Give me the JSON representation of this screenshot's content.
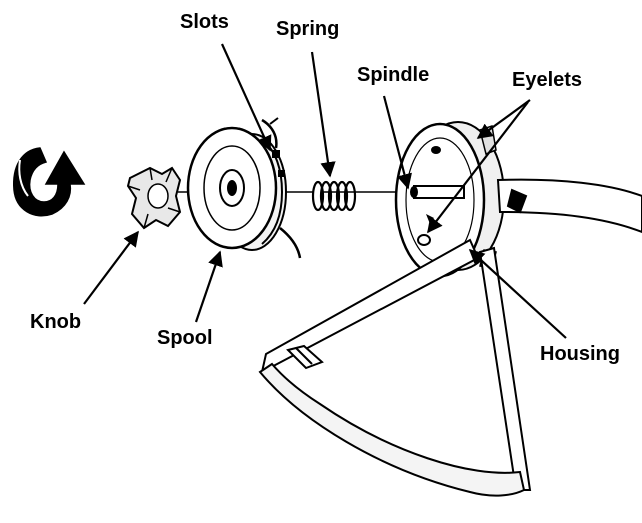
{
  "labels": {
    "slots": "Slots",
    "spring": "Spring",
    "spindle": "Spindle",
    "eyelets": "Eyelets",
    "knob": "Knob",
    "spool": "Spool",
    "housing": "Housing"
  },
  "colors": {
    "line": "#000000",
    "fill": "#ffffff",
    "shade": "#d8d8d8",
    "dark": "#2a2a2a"
  },
  "icons": {
    "rotate": "rotate-arrow-icon"
  }
}
